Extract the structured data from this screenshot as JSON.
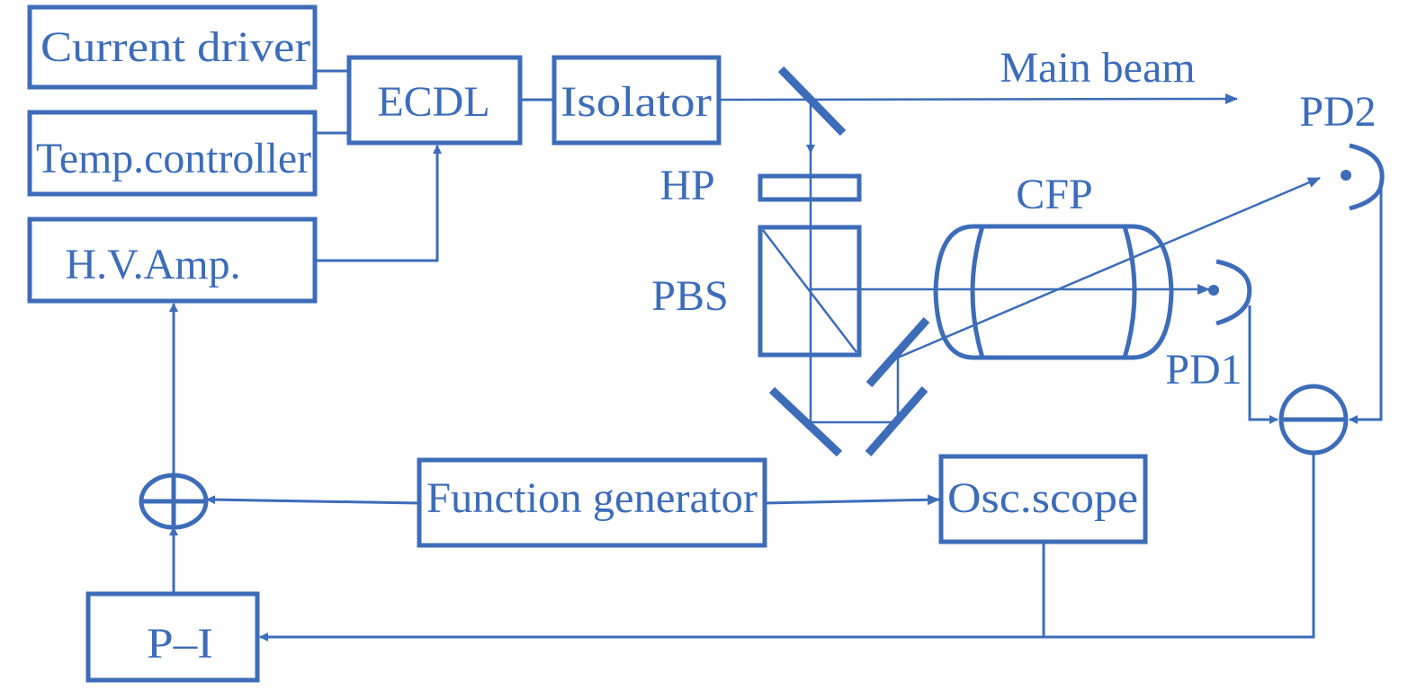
{
  "diagram": {
    "type": "laser frequency stabilization setup",
    "color": "#3d6cb9",
    "blocks": {
      "current_driver": "Current driver",
      "temp_controller": "Temp.controller",
      "hv_amp": "H.V.Amp.",
      "ecdl": "ECDL",
      "isolator": "Isolator",
      "function_generator": "Function generator",
      "osc_scope": "Osc.scope",
      "pi": "P–I"
    },
    "optics": {
      "main_beam": "Main beam",
      "hp": "HP",
      "pbs": "PBS",
      "cfp": "CFP",
      "pd1": "PD1",
      "pd2": "PD2"
    },
    "junctions": {
      "adder": "+",
      "subtractor": "−"
    }
  }
}
